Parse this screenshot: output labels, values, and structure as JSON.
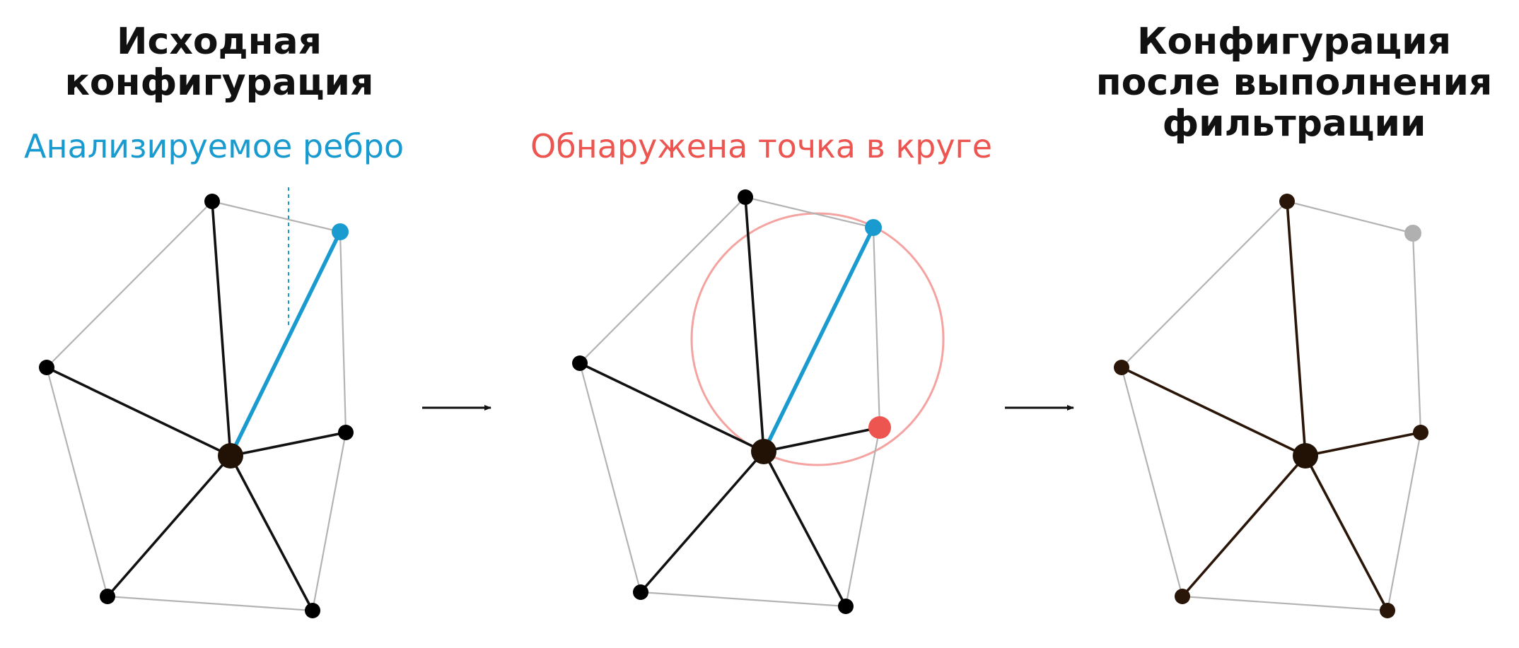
{
  "panels": {
    "initial": {
      "title_line1": "Исходная",
      "title_line2": "конфигурация",
      "caption": "Анализируемое ребро"
    },
    "middle": {
      "caption": "Обнаружена точка в круге"
    },
    "result": {
      "title_line1": "Конфигурация",
      "title_line2": "после выполнения",
      "title_line3": "фильтрации"
    }
  },
  "colors": {
    "analyzed_edge": "#1a9bcf",
    "found_point": "#ec5550",
    "circle": "#f4a3a0",
    "outer_edge": "#b3b3b3",
    "inner_edge": "#111111",
    "node": "#000000",
    "center_node": "#221206",
    "removed_node": "#b0b0b0",
    "result_edge": "#2a1608"
  }
}
